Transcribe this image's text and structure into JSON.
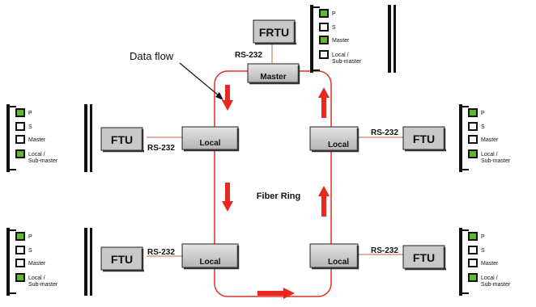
{
  "labels": {
    "data_flow": "Data flow",
    "fiber_ring": "Fiber Ring",
    "rs232": "RS-232"
  },
  "nodes": {
    "master": "Master",
    "local": "Local",
    "frtu": "FRTU",
    "ftu": "FTU"
  },
  "led_panel": {
    "p": "P",
    "s": "S",
    "master": "Master",
    "local_line1": "Local /",
    "local_line2": "Sub-master"
  },
  "panel_states": {
    "top": [
      true,
      false,
      true,
      false
    ],
    "left_mid": [
      true,
      false,
      false,
      true
    ],
    "right_mid": [
      true,
      false,
      false,
      true
    ],
    "left_bottom": [
      true,
      false,
      false,
      true
    ],
    "right_bottom": [
      true,
      false,
      false,
      true
    ]
  },
  "colors": {
    "ring": "#e0302a",
    "arrow": "#e8281e",
    "link": "#d08060",
    "box_fill": "#c8c8c8",
    "led_on": "#5cb82e",
    "led_off": "#ffffff"
  }
}
